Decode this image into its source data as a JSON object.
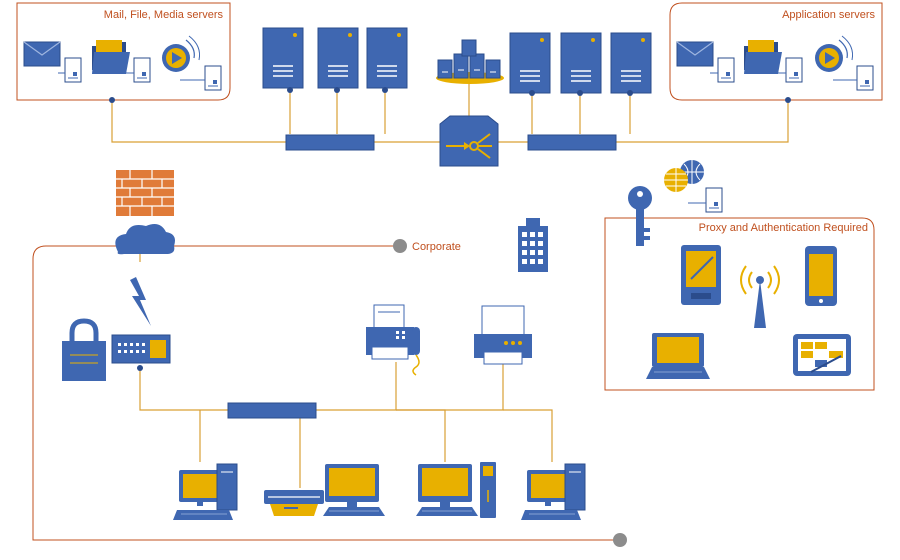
{
  "groups": {
    "mail_file_media": "Mail, File, Media servers",
    "application": "Application servers",
    "proxy_auth": "Proxy and Authentication Required",
    "corporate": "Corporate"
  },
  "colors": {
    "blue": "#3f67b1",
    "dark_blue": "#2b4c8c",
    "gold": "#e8b000",
    "orange_line": "#c0501f",
    "link": "#d9a035",
    "brick": "#e07b39"
  },
  "icons": [
    "mail-icon",
    "folder-icon",
    "media-play-icon",
    "server-icon",
    "server-cluster-icon",
    "load-balancer-icon",
    "firewall-icon",
    "cloud-icon",
    "lightning-icon",
    "lock-icon",
    "modem-icon",
    "building-icon",
    "key-icon",
    "globe-icon",
    "pda-icon",
    "antenna-icon",
    "smartphone-icon",
    "laptop-icon",
    "tablet-icon",
    "fax-icon",
    "printer-icon",
    "desktop-pc-icon",
    "scanner-icon",
    "monitor-icon",
    "tower-pc-icon",
    "hub-icon"
  ]
}
